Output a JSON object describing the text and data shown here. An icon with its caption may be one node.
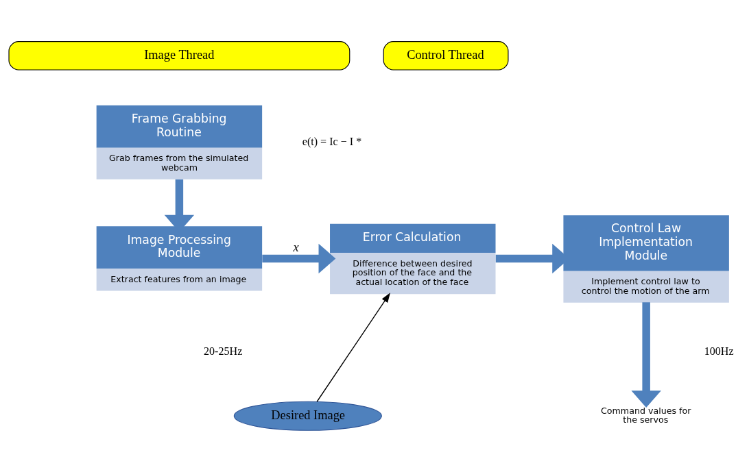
{
  "diagram": {
    "nodes": [
      {
        "text": [
          "Image Thread"
        ]
      },
      {
        "text": [
          "Control Thread"
        ]
      },
      {
        "text": [
          "Frame Grabbing Routine",
          "Grab frames from the simulated webcam"
        ]
      },
      {
        "text": [
          "Image Processing Module",
          "Extract features from an image"
        ]
      },
      {
        "text": [
          "Error Calculation",
          "Difference between desired position of the face and the actual location of the face"
        ]
      },
      {
        "text": [
          "Control Law Implementation Module",
          "Implement control law to control the motion of the arm"
        ]
      },
      {
        "text": [
          "Desired Image"
        ]
      },
      {
        "text": [
          "Command values for the servos"
        ]
      }
    ],
    "edges": [
      {
        "from": 2,
        "to": 3,
        "arrow": "to"
      },
      {
        "from": 3,
        "to": 4,
        "arrow": "to",
        "label": "x"
      },
      {
        "from": 4,
        "to": 5,
        "arrow": "to"
      },
      {
        "from": 6,
        "to": 4,
        "arrow": "to",
        "color": "#000000"
      },
      {
        "from": 5,
        "to": 7,
        "arrow": "to"
      }
    ],
    "labels": [
      "e(t) = Ic − I *",
      "20-25Hz",
      "100Hz"
    ]
  }
}
